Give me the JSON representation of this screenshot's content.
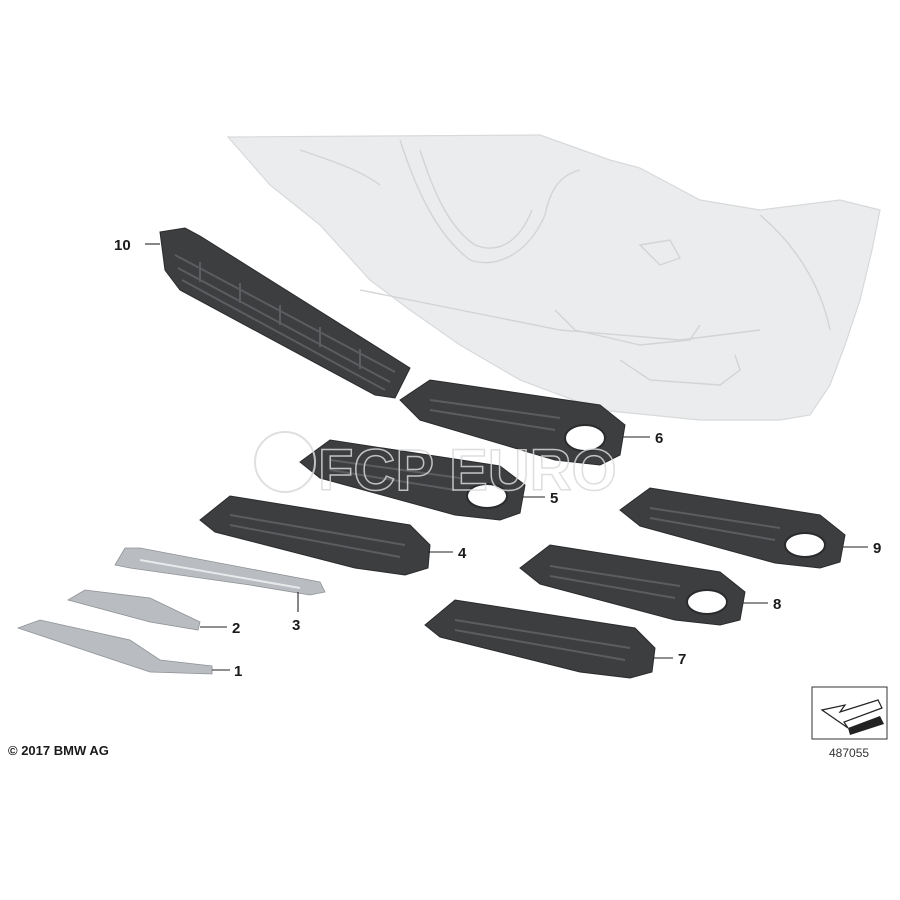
{
  "diagram": {
    "callouts": [
      {
        "label": "1"
      },
      {
        "label": "2"
      },
      {
        "label": "3"
      },
      {
        "label": "4"
      },
      {
        "label": "5"
      },
      {
        "label": "6"
      },
      {
        "label": "7"
      },
      {
        "label": "8"
      },
      {
        "label": "9"
      },
      {
        "label": "10"
      }
    ],
    "copyright": "© 2017 BMW AG",
    "diagram_number": "487055",
    "watermark_text": "FCP EURO"
  },
  "colors": {
    "grille": "#3d3e40",
    "trim": "#b9bcc0",
    "bumper": "#eaeced"
  }
}
